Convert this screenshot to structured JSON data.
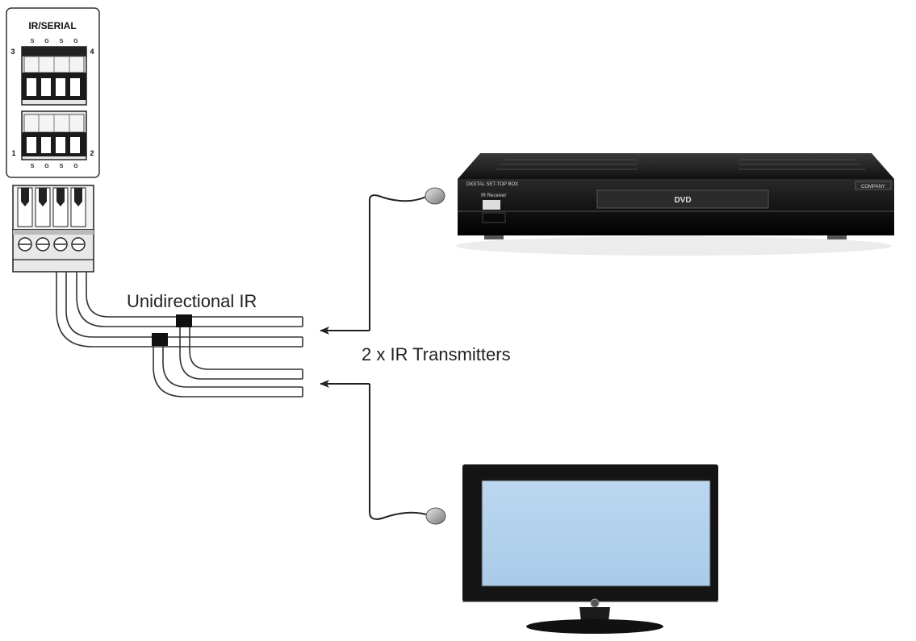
{
  "panel": {
    "title": "IR/SERIAL",
    "top_pins": [
      "S",
      "G",
      "S",
      "G"
    ],
    "bottom_pins": [
      "S",
      "G",
      "S",
      "G"
    ],
    "port_numbers": [
      "3",
      "4",
      "1",
      "2"
    ]
  },
  "labels": {
    "unidirectional": "Unidirectional IR",
    "transmitters": "2 x IR Transmitters"
  },
  "dvd_player": {
    "model_text": "DIGITAL SET-TOP BOX",
    "display_text": "DVD",
    "ir_receiver_label": "IR Receiver",
    "brand_text": "COMPANY"
  },
  "colors": {
    "screen": "#b3d1ec",
    "device_body": "#1c1c1c",
    "cable": "#333333"
  }
}
